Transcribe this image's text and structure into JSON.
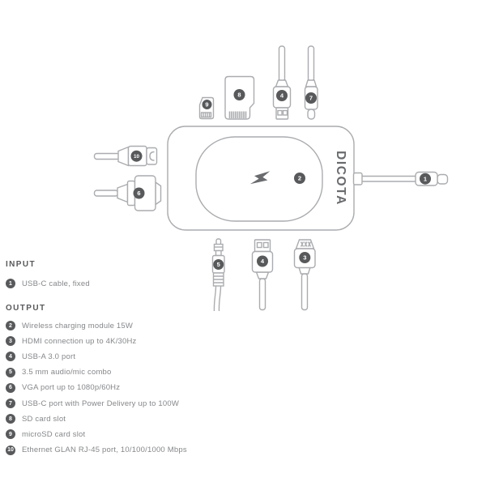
{
  "brand": "DICOTA",
  "diagram": {
    "markers": {
      "input_cable": "1",
      "wireless": "2",
      "hdmi": "3",
      "usb_a": "4",
      "audio": "5",
      "vga": "6",
      "usb_c_pd": "7",
      "sd": "8",
      "micro_sd": "9",
      "ethernet": "10"
    }
  },
  "legend": {
    "input": {
      "header": "INPUT",
      "items": [
        {
          "num": "1",
          "label": "USB-C cable, fixed"
        }
      ]
    },
    "output": {
      "header": "OUTPUT",
      "items": [
        {
          "num": "2",
          "label": "Wireless charging module 15W"
        },
        {
          "num": "3",
          "label": "HDMI connection up to 4K/30Hz"
        },
        {
          "num": "4",
          "label": "USB-A 3.0 port"
        },
        {
          "num": "5",
          "label": "3.5 mm audio/mic combo"
        },
        {
          "num": "6",
          "label": "VGA port up to 1080p/60Hz"
        },
        {
          "num": "7",
          "label": "USB-C port with Power Delivery up to 100W"
        },
        {
          "num": "8",
          "label": "SD card slot"
        },
        {
          "num": "9",
          "label": "microSD card slot"
        },
        {
          "num": "10",
          "label": "Ethernet GLAN RJ-45 port, 10/100/1000 Mbps"
        }
      ]
    }
  },
  "colors": {
    "line": "#aaacaf",
    "badge": "#58595b",
    "legend_text": "#85878a",
    "header_text": "#58595b",
    "brand_text": "#696b6e"
  }
}
